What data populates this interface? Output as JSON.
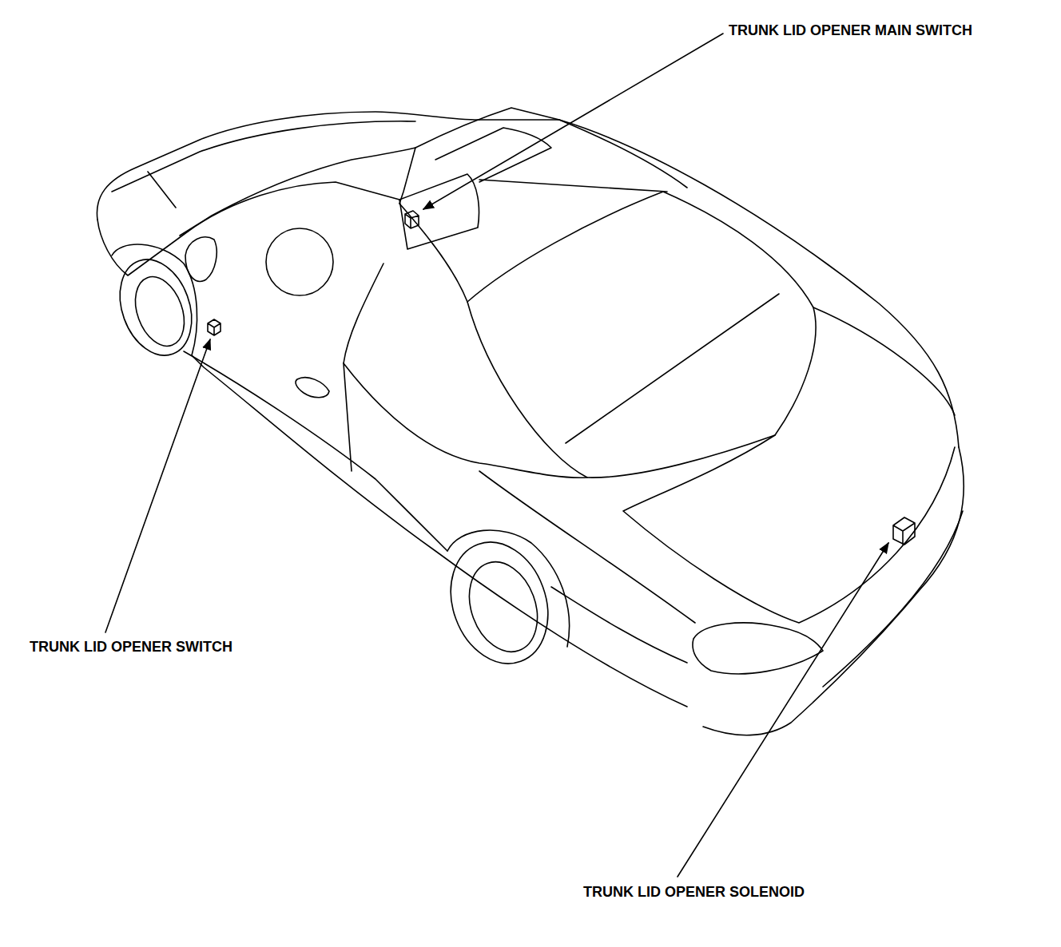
{
  "diagram": {
    "labels": [
      "TRUNK LID OPENER MAIN SWITCH",
      "TRUNK LID OPENER SWITCH",
      "TRUNK LID OPENER SOLENOID"
    ]
  }
}
